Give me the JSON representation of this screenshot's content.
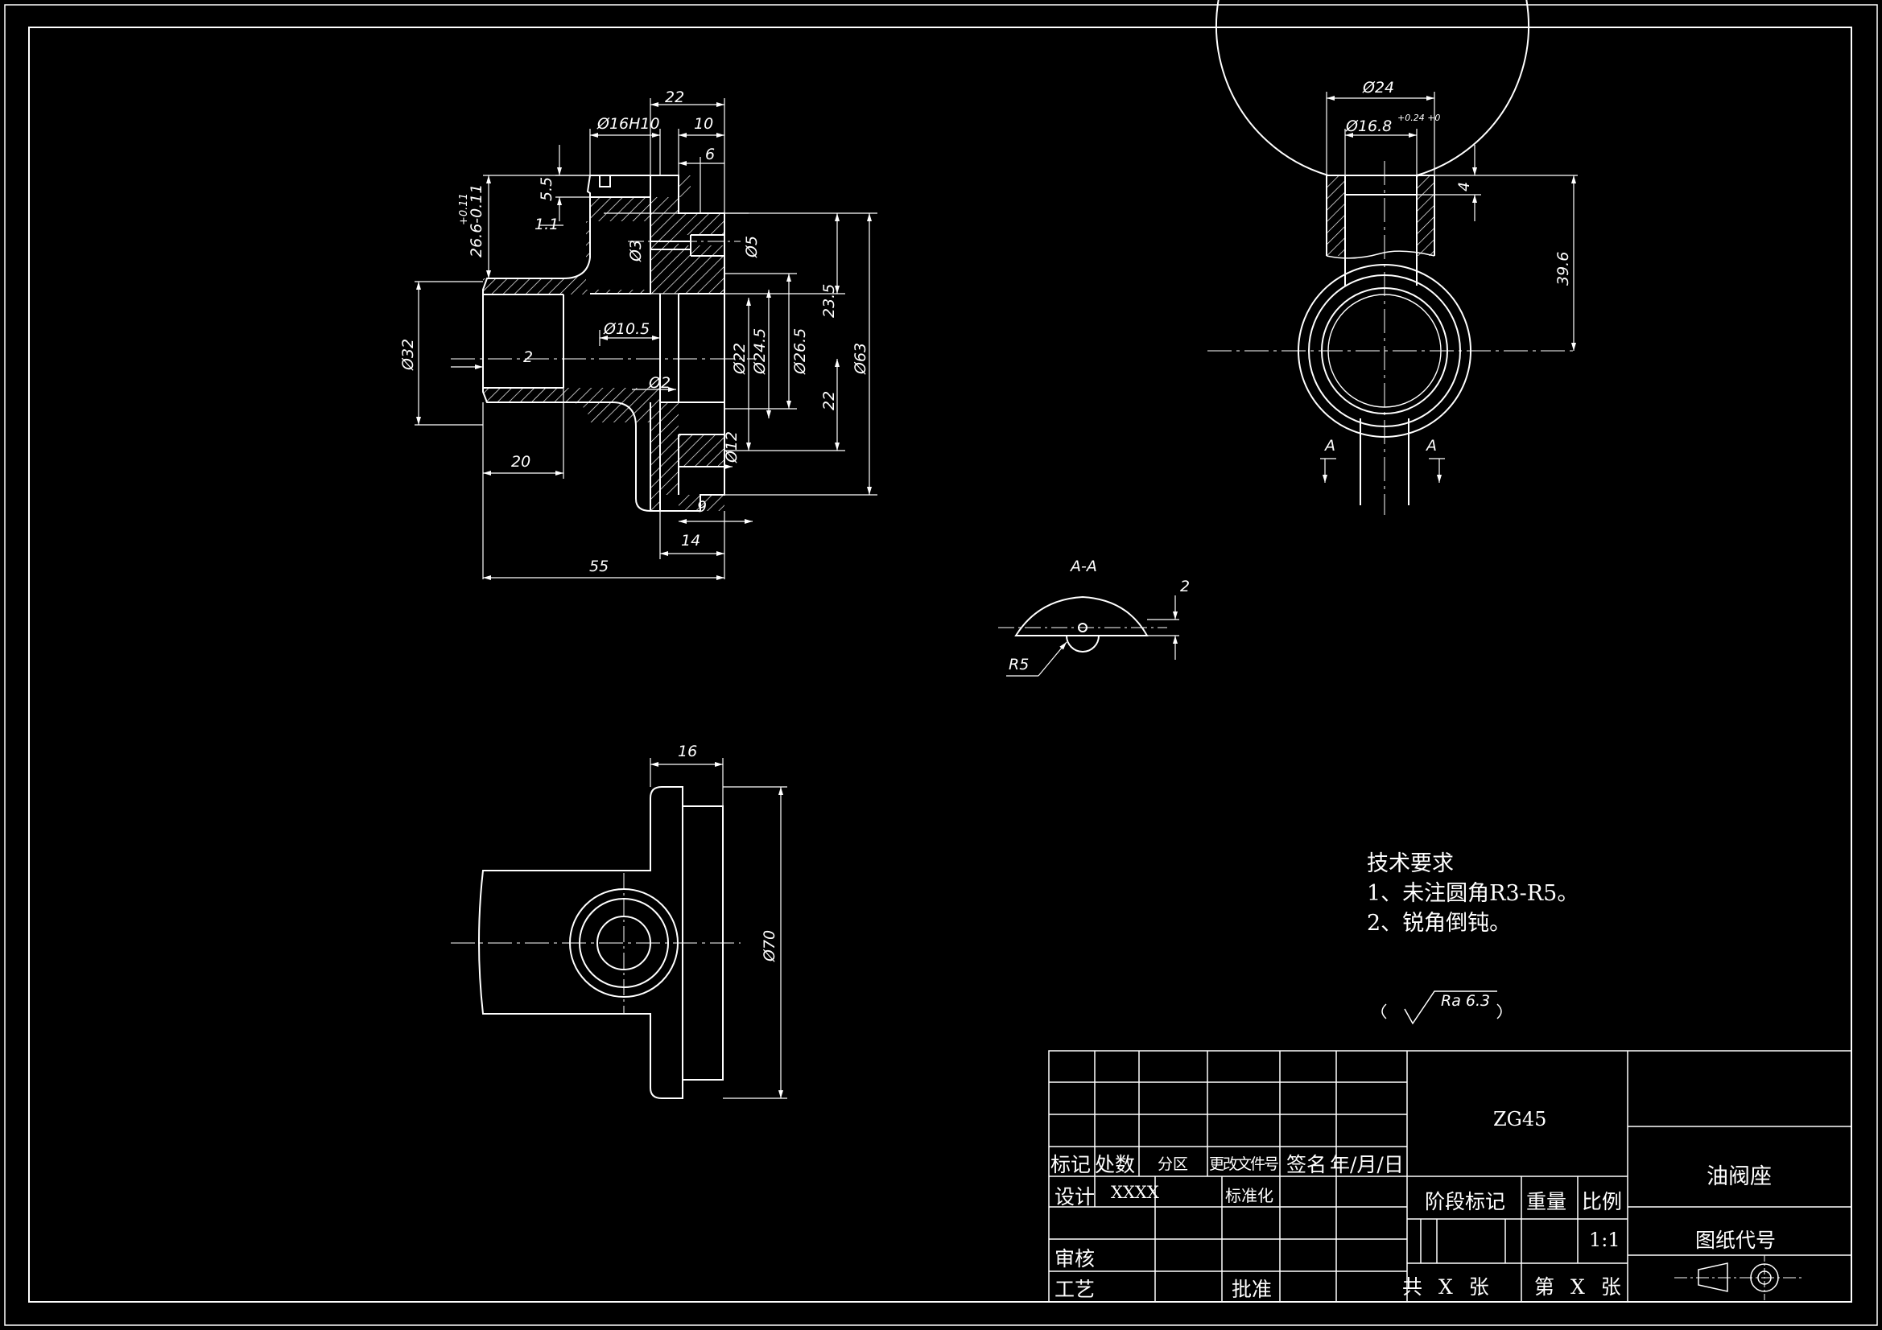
{
  "sheet": {
    "background": "#000000",
    "line_color": "#ffffff"
  },
  "front_view": {
    "dims": {
      "d22": "22",
      "d10": "10",
      "d6": "6",
      "d16h10": "Ø16H10",
      "d5_5": "5.5",
      "d1_1": "1.1",
      "d26_6": "26.6-0.11",
      "d26_6_tol": "+0.11",
      "d3": "Ø3",
      "d5": "Ø5",
      "d23_5": "23.5",
      "d10_5": "Ø10.5",
      "d32": "Ø32",
      "d2": "2",
      "d22dia": "Ø22",
      "d24_5": "Ø24.5",
      "d26_5": "Ø26.5",
      "d63": "Ø63",
      "d22b": "22",
      "d2small": "Ø2",
      "d12": "Ø12",
      "d20": "20",
      "d9": "9",
      "d14": "14",
      "d55": "55"
    }
  },
  "side_view": {
    "dims": {
      "d24": "Ø24",
      "d16_8": "Ø16.8",
      "d16_8_tol": "+0.24\n+0",
      "d4": "4",
      "d39_6": "39.6"
    },
    "section_marks": [
      "A",
      "A"
    ]
  },
  "section_view": {
    "title": "A-A",
    "dims": {
      "r5": "R5",
      "d2": "2"
    }
  },
  "top_view": {
    "dims": {
      "d16": "16",
      "d70": "Ø70"
    }
  },
  "tech_requirements": {
    "title": "技术要求",
    "items": [
      "1、未注圆角R3-R5。",
      "2、锐角倒钝。"
    ]
  },
  "roughness": {
    "label": "Ra 6.3"
  },
  "title_block": {
    "material": "ZG45",
    "part_name": "油阀座",
    "drawing_no_label": "图纸代号",
    "headers": [
      "标记",
      "处数",
      "分区",
      "更改文件号",
      "签名",
      "年/月/日"
    ],
    "design_label": "设计",
    "designer": "XXXX",
    "standardize_label": "标准化",
    "review_label": "审核",
    "process_label": "工艺",
    "approve_label": "批准",
    "stage_label": "阶段标记",
    "weight_label": "重量",
    "scale_label": "比例",
    "scale_value": "1:1",
    "total_sheets": "共 X 张",
    "sheet_no": "第 X 张"
  }
}
